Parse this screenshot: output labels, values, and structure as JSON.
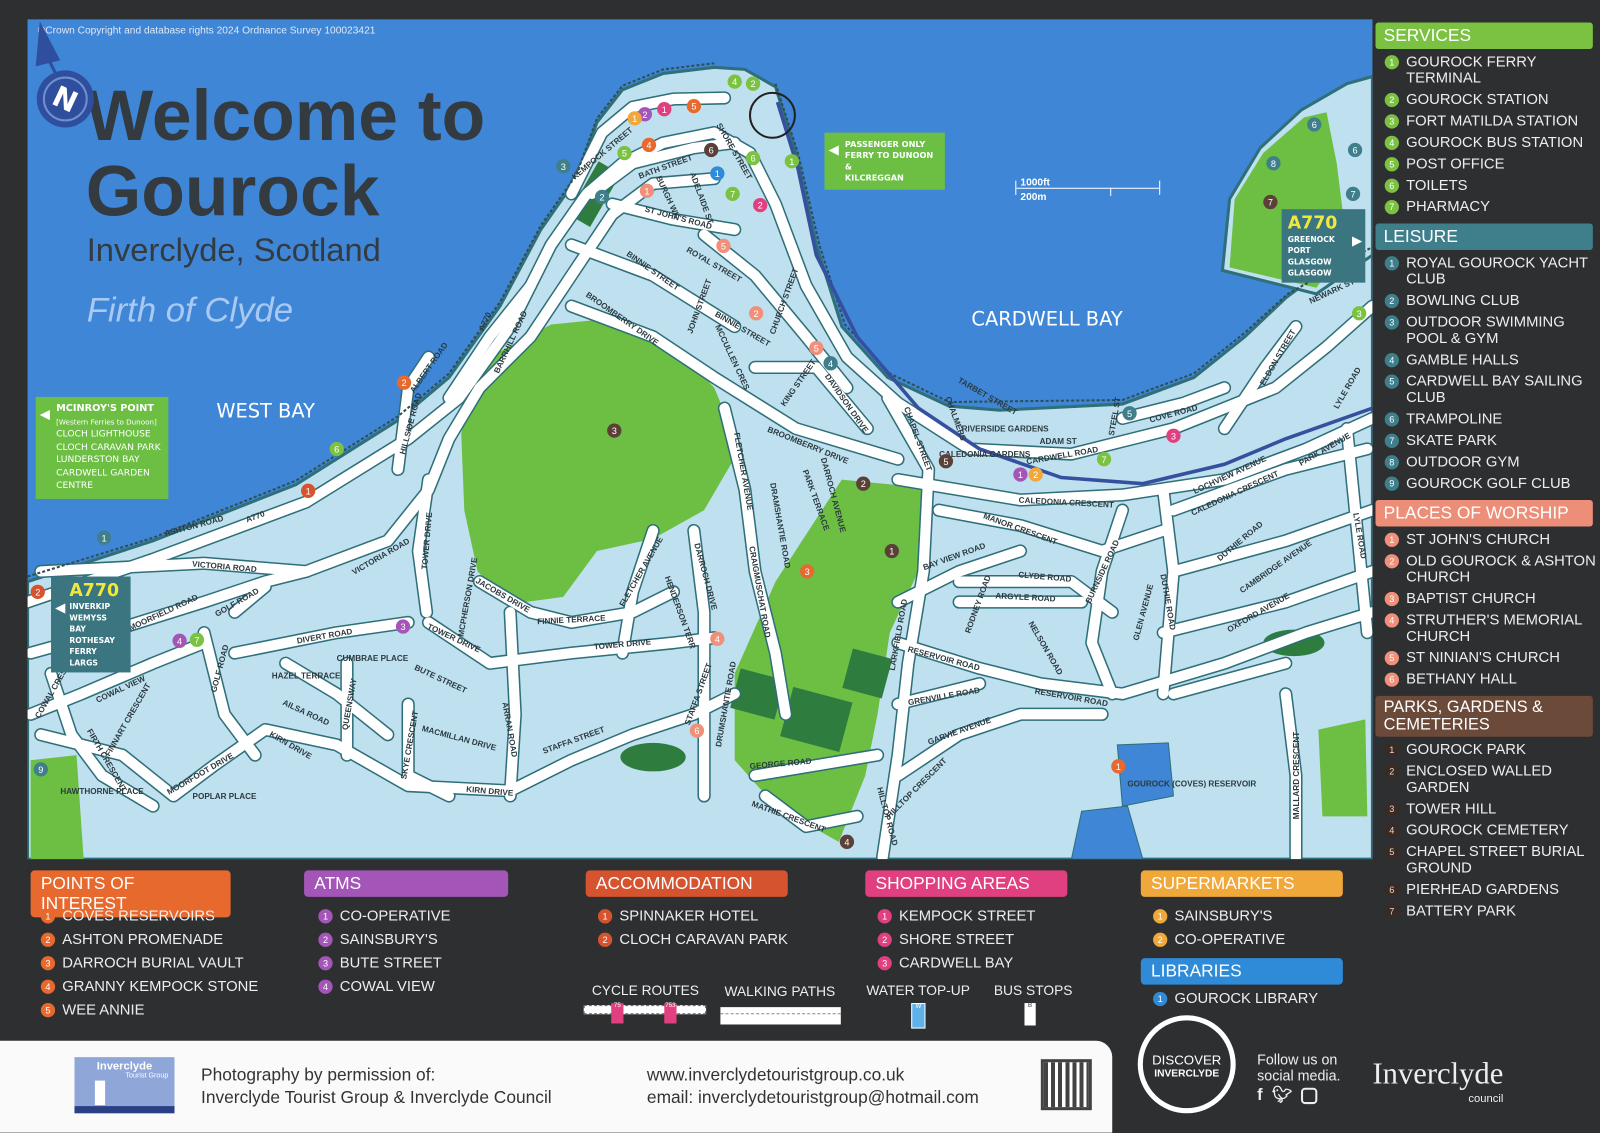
{
  "map": {
    "copyright": "©Crown Copyright and database rights 2024 Ordnance Survey 100023421",
    "title_line1": "Welcome to",
    "title_line2": "Gourock",
    "subtitle": "Inverclyde, Scotland",
    "sea_label": "Firth of Clyde",
    "area_labels": [
      "WEST BAY",
      "CARDWELL BAY"
    ],
    "colors": {
      "sea": "#3f86d6",
      "land": "#bfe0ef",
      "park": "#6cbf43",
      "road": "#ffffff",
      "railway": "#34509e"
    },
    "mcinroys_box": {
      "title": "MCINROY'S POINT",
      "lines": [
        "[Western Ferries to Dunoon]",
        "CLOCH LIGHTHOUSE",
        "CLOCH CARAVAN PARK",
        "LUNDERSTON BAY",
        "CARDWELL GARDEN",
        "CENTRE"
      ]
    },
    "ferry_box": {
      "lines": [
        "PASSENGER ONLY",
        "FERRY TO DUNOON &",
        "KILCREGGAN"
      ]
    },
    "a770_west": {
      "road": "A770",
      "lines": [
        "INVERKIP",
        "WEMYSS BAY",
        "ROTHESAY FERRY",
        "LARGS"
      ]
    },
    "a770_east": {
      "road": "A770",
      "lines": [
        "GREENOCK",
        "PORT GLASGOW",
        "GLASGOW"
      ]
    },
    "compass": "N",
    "scale": {
      "imperial": "1000ft",
      "metric": "200m"
    },
    "street_labels": [
      "KEMPOCK STREET",
      "BATH STREET",
      "SHORE STREET",
      "ADELAIDE ST",
      "BURGH WK",
      "ST JOHN'S ROAD",
      "ROYAL STREET",
      "BINNIE STREET",
      "BROOMBERRY DRIVE",
      "JOHN STREET",
      "BINNIE STREET",
      "CHURCH STREET",
      "MCCULLEN CRES",
      "KING STREET",
      "DAVIDSON DRIVE",
      "BROOMBERRY DRIVE",
      "FLETCHER AVENUE",
      "DRAMSHANTIE ROAD",
      "PARK TERRACE",
      "DARROCH AVENUE",
      "CHAPEL STREET",
      "TARBET STREET",
      "CHALMERS",
      "RIVERSIDE GARDENS",
      "CALEDONIA GARDENS",
      "ADAM ST",
      "CARDWELL ROAD",
      "CALEDONIA CRESCENT",
      "MANOR CRESCENT",
      "BAY VIEW ROAD",
      "CLYDE ROAD",
      "ARGYLE ROAD",
      "BURNSIDE ROAD",
      "RODNEY ROAD",
      "GLEN AVENUE",
      "RESERVOIR ROAD",
      "RESERVOIR ROAD",
      "GRENVILLE ROAD",
      "GARVIE AVENUE",
      "HILLTOP CRESCENT",
      "HILLTOP ROAD",
      "LARKFIELD ROAD",
      "DRUMSHANTIE ROAD",
      "STAFFA STREET",
      "STAFFA STREET",
      "KIRN DRIVE",
      "KIRN DRIVE",
      "MOORFOOT DRIVE",
      "TOWER DRIVE",
      "TOWER DRIVE",
      "TOWER DRIVE",
      "FINNIE TERRACE",
      "JACOBS DRIVE",
      "MCPHERSON DRIVE",
      "BUTE STREET",
      "DIVERT ROAD",
      "VICTORIA ROAD",
      "VICTORIA ROAD",
      "MOORFIELD ROAD",
      "GOLF ROAD",
      "GOLF ROAD",
      "ASHTON ROAD",
      "ALBERT ROAD",
      "BARRHILL ROAD",
      "HILLSIDE ROAD",
      "A770",
      "A770",
      "COWAL VIEW",
      "COWAL CRESCENT",
      "FINNART CRESCENT",
      "FIRTH CRESCENT",
      "HAWTHORNE PLACE",
      "POPLAR PLACE",
      "ARRAN ROAD",
      "MACMILLAN DRIVE",
      "QUEENSWAY",
      "SKYE CRESCENT",
      "AILSA ROAD",
      "HAZEL TERRACE",
      "CUMBRAE PLACE",
      "CRAIGMUSCHAT ROAD",
      "DARROCH DRIVE",
      "FLETCHER AVENUE",
      "HENDERSON TERR",
      "GEORGE ROAD",
      "MATHIE CRESCENT",
      "ELDON STREET",
      "COVE ROAD",
      "LYLE ROAD",
      "PARK AVENUE",
      "LOCHVIEW AVENUE",
      "CALEDONIA CRESCENT",
      "DUTHIE ROAD",
      "CAMBRIDGE AVENUE",
      "OXFORD AVENUE",
      "DUTHIE ROAD",
      "LYLE ROAD",
      "NEWARK ST",
      "STEEL ST",
      "MALLARD CRESCENT",
      "NELSON ROAD",
      "GOUROCK (COVES) RESERVOIR"
    ],
    "markers": [
      {
        "n": "1",
        "category": "services"
      },
      {
        "n": "4",
        "category": "services"
      },
      {
        "n": "2",
        "category": "services"
      },
      {
        "n": "5",
        "category": "services"
      },
      {
        "n": "6",
        "category": "services"
      },
      {
        "n": "7",
        "category": "services"
      },
      {
        "n": "6",
        "category": "services"
      },
      {
        "n": "7",
        "category": "services"
      },
      {
        "n": "7",
        "category": "services"
      },
      {
        "n": "3",
        "category": "services"
      },
      {
        "n": "1",
        "category": "leisure"
      },
      {
        "n": "2",
        "category": "leisure"
      },
      {
        "n": "3",
        "category": "leisure"
      },
      {
        "n": "4",
        "category": "leisure"
      },
      {
        "n": "5",
        "category": "leisure"
      },
      {
        "n": "6",
        "category": "leisure"
      },
      {
        "n": "6",
        "category": "leisure"
      },
      {
        "n": "7",
        "category": "leisure"
      },
      {
        "n": "8",
        "category": "leisure"
      },
      {
        "n": "9",
        "category": "leisure"
      },
      {
        "n": "1",
        "category": "worship"
      },
      {
        "n": "2",
        "category": "worship"
      },
      {
        "n": "5",
        "category": "worship"
      },
      {
        "n": "5",
        "category": "worship"
      },
      {
        "n": "6",
        "category": "worship"
      },
      {
        "n": "4",
        "category": "worship"
      },
      {
        "n": "3",
        "category": "parks"
      },
      {
        "n": "1",
        "category": "parks"
      },
      {
        "n": "2",
        "category": "parks"
      },
      {
        "n": "4",
        "category": "parks"
      },
      {
        "n": "5",
        "category": "parks"
      },
      {
        "n": "6",
        "category": "parks"
      },
      {
        "n": "7",
        "category": "parks"
      },
      {
        "n": "1",
        "category": "poi"
      },
      {
        "n": "2",
        "category": "accommodation"
      },
      {
        "n": "3",
        "category": "poi"
      },
      {
        "n": "4",
        "category": "poi"
      },
      {
        "n": "5",
        "category": "poi"
      },
      {
        "n": "1",
        "category": "accommodation"
      },
      {
        "n": "2",
        "category": "poi"
      },
      {
        "n": "2",
        "category": "atms"
      },
      {
        "n": "1",
        "category": "atms"
      },
      {
        "n": "4",
        "category": "atms"
      },
      {
        "n": "3",
        "category": "atms"
      },
      {
        "n": "1",
        "category": "shopping"
      },
      {
        "n": "2",
        "category": "shopping"
      },
      {
        "n": "3",
        "category": "shopping"
      },
      {
        "n": "1",
        "category": "supermarkets"
      },
      {
        "n": "2",
        "category": "supermarkets"
      },
      {
        "n": "1",
        "category": "libraries"
      }
    ]
  },
  "category_colors": {
    "services": "#7cc242",
    "leisure": "#3f7f8c",
    "worship": "#f0907a",
    "parks": "#5a4036",
    "poi": "#e8692e",
    "atms": "#a455b8",
    "accommodation": "#d5532e",
    "shopping": "#e0407f",
    "supermarkets": "#f0a83a",
    "libraries": "#2f8ad8"
  },
  "sidebar": {
    "services": {
      "title": "SERVICES",
      "items": [
        "GOUROCK FERRY TERMINAL",
        "GOUROCK STATION",
        "FORT MATILDA STATION",
        "GOUROCK BUS STATION",
        "POST OFFICE",
        "TOILETS",
        "PHARMACY"
      ]
    },
    "leisure": {
      "title": "LEISURE",
      "items": [
        "ROYAL GOUROCK YACHT CLUB",
        "BOWLING CLUB",
        "OUTDOOR SWIMMING POOL & GYM",
        "GAMBLE HALLS",
        "CARDWELL BAY SAILING CLUB",
        "TRAMPOLINE",
        "SKATE PARK",
        "OUTDOOR GYM",
        "GOUROCK GOLF CLUB"
      ]
    },
    "worship": {
      "title": "PLACES OF WORSHIP",
      "items": [
        "ST JOHN'S CHURCH",
        "OLD GOUROCK & ASHTON CHURCH",
        "BAPTIST CHURCH",
        "STRUTHER'S MEMORIAL CHURCH",
        "ST NINIAN'S CHURCH",
        "BETHANY HALL"
      ]
    },
    "parks": {
      "title": "PARKS, GARDENS & CEMETERIES",
      "items": [
        "GOUROCK PARK",
        "ENCLOSED WALLED GARDEN",
        "TOWER HILL",
        "GOUROCK CEMETERY",
        "CHAPEL STREET BURIAL GROUND",
        "PIERHEAD GARDENS",
        "BATTERY PARK"
      ]
    }
  },
  "legend": {
    "poi": {
      "title": "POINTS OF INTEREST",
      "items": [
        "COVES RESERVOIRS",
        "ASHTON PROMENADE",
        "DARROCH BURIAL VAULT",
        "GRANNY KEMPOCK STONE",
        "WEE ANNIE"
      ]
    },
    "atms": {
      "title": "ATMS",
      "items": [
        "CO-OPERATIVE",
        "SAINSBURY'S",
        "BUTE STREET",
        "COWAL VIEW"
      ]
    },
    "accommodation": {
      "title": "ACCOMMODATION",
      "items": [
        "SPINNAKER HOTEL",
        "CLOCH CARAVAN PARK"
      ]
    },
    "shopping": {
      "title": "SHOPPING AREAS",
      "items": [
        "KEMPOCK STREET",
        "SHORE STREET",
        "CARDWELL BAY"
      ]
    },
    "supermarkets": {
      "title": "SUPERMARKETS",
      "items": [
        "SAINSBURY'S",
        "CO-OPERATIVE"
      ]
    },
    "libraries": {
      "title": "LIBRARIES",
      "items": [
        "GOUROCK LIBRARY"
      ]
    },
    "keys": {
      "cycle": "CYCLE ROUTES",
      "walking": "WALKING PATHS",
      "water": "WATER TOP-UP",
      "bus": "BUS STOPS",
      "cycle_route_numbers": [
        "75",
        "753"
      ],
      "water_letter": "W",
      "bus_letter": "B"
    }
  },
  "footer": {
    "logo_title": "Inverclyde",
    "logo_sub": "Tourist Group",
    "credit_line1": "Photography by permission of:",
    "credit_line2": "Inverclyde Tourist Group & Inverclyde Council",
    "website": "www.inverclydetouristgroup.co.uk",
    "email": "email: inverclydetouristgroup@hotmail.com",
    "discover_line1": "DISCOVER",
    "discover_line2": "INVERCLYDE",
    "follow_line1": "Follow us on",
    "follow_line2": "social media.",
    "social_icons": [
      "facebook-icon",
      "twitter-icon",
      "instagram-icon"
    ],
    "council_name": "Inverclyde",
    "council_sub": "council"
  }
}
